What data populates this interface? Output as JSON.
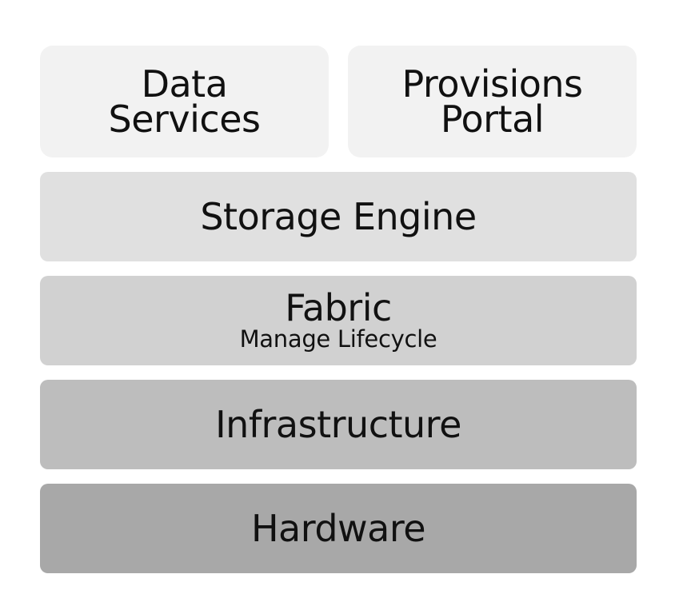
{
  "layers": {
    "data_services": {
      "line1": "Data",
      "line2": "Services",
      "color": "#f2f2f2"
    },
    "provisions_portal": {
      "line1": "Provisions",
      "line2": "Portal",
      "color": "#f2f2f2"
    },
    "storage_engine": {
      "label": "Storage Engine",
      "color": "#e0e0e0"
    },
    "fabric": {
      "label": "Fabric",
      "sublabel": "Manage Lifecycle",
      "color": "#d1d1d1"
    },
    "infrastructure": {
      "label": "Infrastructure",
      "color": "#bdbdbd"
    },
    "hardware": {
      "label": "Hardware",
      "color": "#a8a8a8"
    }
  }
}
